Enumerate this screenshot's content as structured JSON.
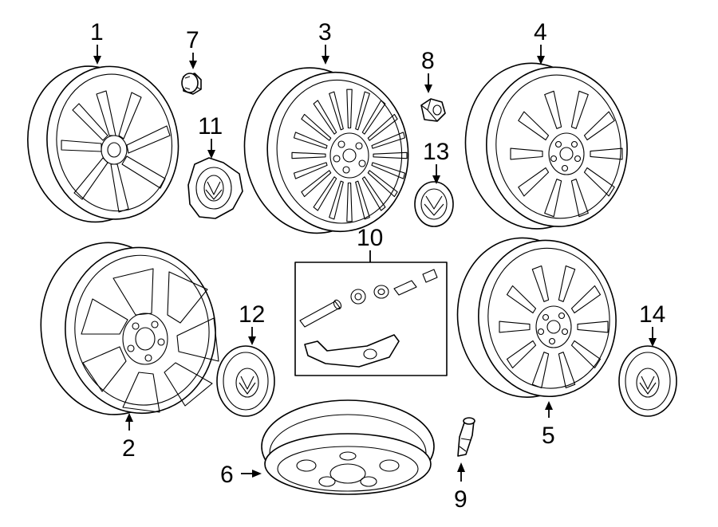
{
  "callouts": {
    "c1": "1",
    "c2": "2",
    "c3": "3",
    "c4": "4",
    "c5": "5",
    "c6": "6",
    "c7": "7",
    "c8": "8",
    "c9": "9",
    "c10": "10",
    "c11": "11",
    "c12": "12",
    "c13": "13",
    "c14": "14"
  },
  "icons": {
    "wheel_1": "split-spoke-alloy-wheel",
    "wheel_2": "seven-spoke-alloy-wheel",
    "wheel_3": "multi-spoke-alloy-wheel",
    "wheel_4": "ten-spoke-alloy-wheel",
    "wheel_5": "ten-spoke-alloy-wheel",
    "wheel_6": "steel-spare-wheel",
    "lug_nut_7": "lug-nut",
    "lock_nut_8": "wheel-lock-nut",
    "valve_stem_9": "valve-stem",
    "tpms_kit_10": "tire-pressure-sensor-kit",
    "center_cap_11": "center-cap-with-emblem",
    "center_cap_12": "center-cap-with-emblem",
    "center_cap_13": "center-cap-with-emblem",
    "center_cap_14": "center-cap-with-emblem"
  }
}
